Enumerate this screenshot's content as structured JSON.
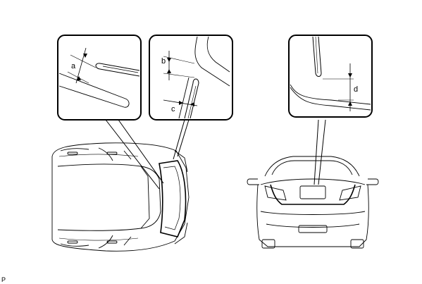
{
  "labels": {
    "a": "a",
    "b": "b",
    "c": "c",
    "d": "d"
  },
  "corner_code": "P",
  "colors": {
    "line": "#000000",
    "background": "#ffffff"
  }
}
